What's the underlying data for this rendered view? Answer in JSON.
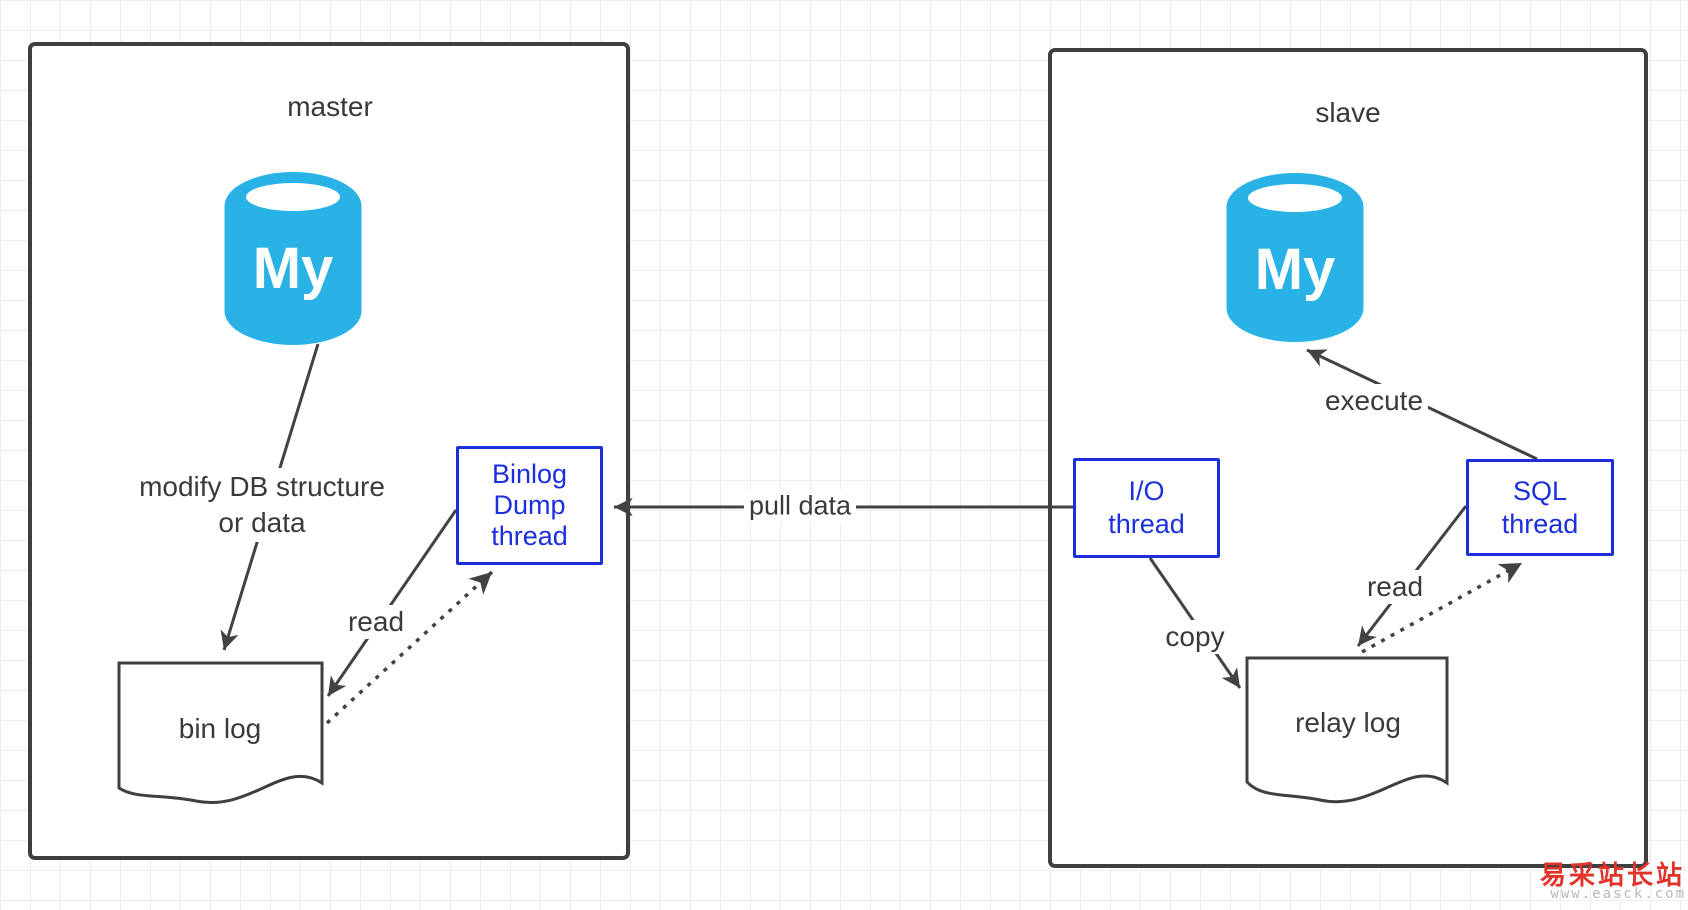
{
  "colors": {
    "db_cyan": "#29b2e6",
    "thread_blue": "#1b2fdd",
    "stroke_dark": "#424242",
    "box_border": "#3f3f3f",
    "label_text": "#3a3a3a",
    "watermark_red": "#e0332a",
    "watermark_gray": "#b8b8b8"
  },
  "master": {
    "title": "master",
    "db_label": "My",
    "binlog_dump_thread": {
      "line1": "Binlog",
      "line2": "Dump",
      "line3": "thread"
    },
    "bin_log_label": "bin log",
    "modify_label_line1": "modify DB structure",
    "modify_label_line2": "or data",
    "read_label": "read"
  },
  "link": {
    "pull_data_label": "pull data"
  },
  "slave": {
    "title": "slave",
    "db_label": "My",
    "io_thread": {
      "line1": "I/O",
      "line2": "thread"
    },
    "sql_thread": {
      "line1": "SQL",
      "line2": "thread"
    },
    "relay_log_label": "relay log",
    "execute_label": "execute",
    "read_label": "read",
    "copy_label": "copy"
  },
  "watermark": {
    "site_name": "易采站长站",
    "site_url": "www.easck.com"
  }
}
